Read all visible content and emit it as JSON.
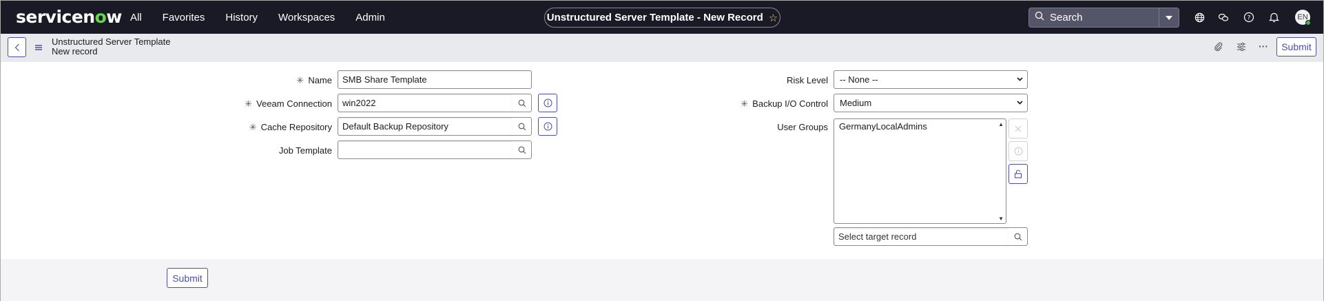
{
  "topnav": {
    "logo_text": "servicen",
    "logo_o": "o",
    "logo_end": "w",
    "menu": [
      {
        "label": "All"
      },
      {
        "label": "Favorites"
      },
      {
        "label": "History"
      },
      {
        "label": "Workspaces"
      },
      {
        "label": "Admin"
      }
    ],
    "title": "Unstructured Server Template - New Record",
    "star_icon": "☆",
    "search_placeholder": "Search",
    "avatar_initials": "EN"
  },
  "subheader": {
    "breadcrumb_title": "Unstructured Server Template",
    "breadcrumb_subtitle": "New record",
    "submit_label": "Submit"
  },
  "form": {
    "left": {
      "name": {
        "label": "Name",
        "required": true,
        "value": "SMB Share Template"
      },
      "veeam_connection": {
        "label": "Veeam Connection",
        "required": true,
        "value": "win2022"
      },
      "cache_repository": {
        "label": "Cache Repository",
        "required": true,
        "value": "Default Backup Repository"
      },
      "job_template": {
        "label": "Job Template",
        "required": false,
        "value": ""
      }
    },
    "right": {
      "risk_level": {
        "label": "Risk Level",
        "required": false,
        "value": "-- None --"
      },
      "backup_io_control": {
        "label": "Backup I/O Control",
        "required": true,
        "value": "Medium"
      },
      "user_groups": {
        "label": "User Groups",
        "required": false,
        "items": [
          "GermanyLocalAdmins"
        ],
        "target_placeholder": "Select target record"
      }
    },
    "required_marker": "✳"
  },
  "footer": {
    "submit_label": "Submit"
  },
  "colors": {
    "nav_bg": "#1a1a27",
    "accent": "#4b4fa8",
    "logo_green": "#62d84e",
    "subheader_bg": "#e9eaee",
    "footer_bg": "#f4f4f7"
  }
}
